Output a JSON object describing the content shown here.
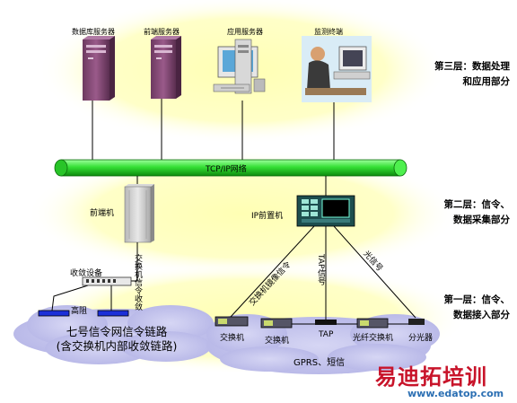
{
  "servers": {
    "database": "数据库服务器",
    "frontend": "前端服务器",
    "application": "应用服务器",
    "monitor": "监测终端"
  },
  "network": {
    "label": "TCP/IP网络"
  },
  "layers": {
    "layer3": [
      "第三层：数据处理",
      "和应用部分"
    ],
    "layer2": [
      "第二层：信令、",
      "数据采集部分"
    ],
    "layer1": [
      "第一层：信令、",
      "数据接入部分"
    ]
  },
  "devices": {
    "frontend_machine": "前端机",
    "ip_probe": "IP前置机",
    "collector": "收敛设备",
    "high_impedance": "高阻",
    "switch": "交换机",
    "tap": "TAP",
    "fiber_switch": "光纤交换机",
    "splitter": "分光器"
  },
  "links": {
    "switch_link_vertical": "交换机信令收敛",
    "mirror_signal": "交换机镜像信令",
    "tap_signal": "TAP信号",
    "optical_signal": "光信号"
  },
  "clouds": {
    "ss7_line1": "七号信令网信令链路",
    "ss7_line2": "(含交换机内部收敛链路)",
    "gprs": "GPRS、短信"
  },
  "watermark": {
    "brand": "易迪拓培训",
    "url": "www.edatop.com"
  },
  "colors": {
    "halo": "#ffffb4",
    "cloud": "#c2c2ec",
    "pipe": "#33dd33",
    "pipe_dark": "#0a7a0a",
    "tower": "#8a4a78",
    "link_blue": "#1b2fd8",
    "link_dark": "#333366"
  }
}
